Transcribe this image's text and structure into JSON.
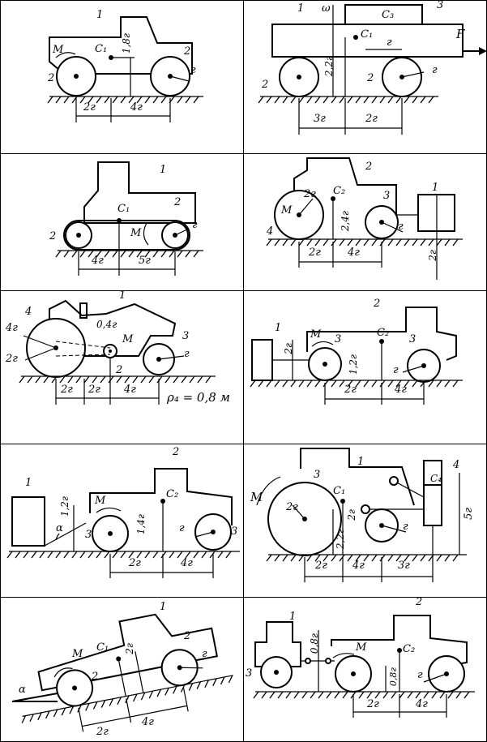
{
  "panels": [
    {
      "labels": {
        "n1": "1",
        "n2a": "2",
        "n2b": "2",
        "m": "M",
        "c1": "C₁",
        "h": "1,8г",
        "r": "г",
        "d1": "2г",
        "d2": "4г"
      }
    },
    {
      "labels": {
        "n1": "1",
        "n3": "3",
        "n2a": "2",
        "n2b": "2",
        "c3": "C₃",
        "c1": "C₁",
        "f": "F",
        "a": "ω",
        "h": "2,2г",
        "rt": "г",
        "r": "г",
        "d1": "3г",
        "d2": "2г"
      }
    },
    {
      "labels": {
        "n1": "1",
        "n2a": "2",
        "n2b": "2",
        "c1": "C₁",
        "m": "M",
        "r": "г",
        "d1": "4г",
        "d2": "5г"
      }
    },
    {
      "labels": {
        "n1": "1",
        "n2": "2",
        "n3": "3",
        "n4": "4",
        "c2": "C₂",
        "m": "M",
        "r2": "2г",
        "h": "2,4г",
        "r": "г",
        "h2": "2г",
        "d1": "2г",
        "d2": "4г"
      }
    },
    {
      "labels": {
        "n1": "1",
        "n2": "2",
        "n3": "3",
        "n4": "4",
        "r1": "4г",
        "r2": "2г",
        "r3": "0,4г",
        "m": "M",
        "r": "г",
        "d1": "2г",
        "d2": "2г",
        "d3": "4г",
        "rho": "ρ₄ = 0,8 м"
      }
    },
    {
      "labels": {
        "n1": "1",
        "n2": "2",
        "n3a": "3",
        "n3b": "3",
        "c2": "C₂",
        "m": "M",
        "h1": "2г",
        "h2": "1,2г",
        "r": "г",
        "d1": "2г",
        "d2": "4г"
      }
    },
    {
      "labels": {
        "n1": "1",
        "n2": "2",
        "n3a": "3",
        "n3b": "3",
        "c2": "C₂",
        "m": "M",
        "alpha": "α",
        "h1": "1,2г",
        "h2": "1,4г",
        "r": "г",
        "d1": "2г",
        "d2": "4г"
      }
    },
    {
      "labels": {
        "n1": "1",
        "n3": "3",
        "n4": "4",
        "c1": "C₁",
        "c4": "C₄",
        "m": "M",
        "r2": "2г",
        "h1": "2г",
        "h2": "2,2г",
        "h3": "5г",
        "r": "г",
        "d1": "2г",
        "d2": "4г",
        "d3": "3г"
      }
    },
    {
      "labels": {
        "n1": "1",
        "n2a": "2",
        "n2b": "2",
        "c1": "C₁",
        "m": "M",
        "alpha": "α",
        "h": "2г",
        "r": "г",
        "d1": "2г",
        "d2": "4г"
      }
    },
    {
      "labels": {
        "n1": "1",
        "n2": "2",
        "n3": "3",
        "c2": "C₂",
        "m": "M",
        "h1": "0,8г",
        "h2": "0,8г",
        "r": "г",
        "d1": "2г",
        "d2": "4г"
      }
    }
  ]
}
